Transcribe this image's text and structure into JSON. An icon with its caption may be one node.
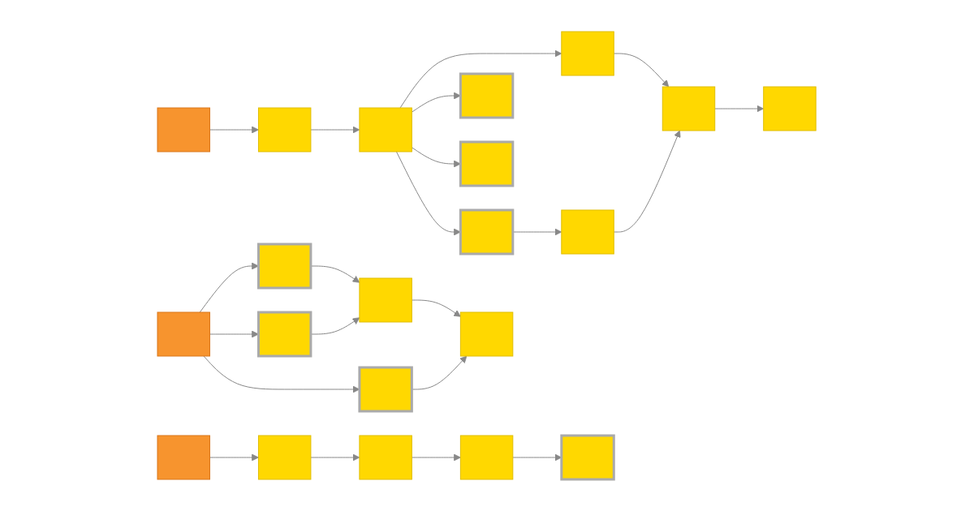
{
  "diagram": {
    "nodes": [
      {
        "text": [],
        "shape": "box"
      },
      {
        "text": [],
        "shape": "box"
      },
      {
        "text": [],
        "shape": "box"
      },
      {
        "text": [],
        "shape": "box"
      },
      {
        "text": [],
        "shape": "box"
      },
      {
        "text": [],
        "shape": "box"
      },
      {
        "text": [],
        "shape": "box"
      },
      {
        "text": [],
        "shape": "box"
      },
      {
        "text": [],
        "shape": "box"
      },
      {
        "text": [],
        "shape": "box"
      },
      {
        "text": [],
        "shape": "box"
      },
      {
        "text": [],
        "shape": "box"
      },
      {
        "text": [],
        "shape": "box"
      },
      {
        "text": [],
        "shape": "box"
      },
      {
        "text": [],
        "shape": "box"
      },
      {
        "text": [],
        "shape": "box"
      },
      {
        "text": [],
        "shape": "box"
      },
      {
        "text": [],
        "shape": "box"
      },
      {
        "text": [],
        "shape": "box"
      },
      {
        "text": [],
        "shape": "box"
      },
      {
        "text": [],
        "shape": "box"
      }
    ],
    "edges": [
      {
        "from": 0,
        "to": 1,
        "arrow": "to"
      },
      {
        "from": 1,
        "to": 2,
        "arrow": "to"
      },
      {
        "from": 2,
        "to": 3,
        "arrow": "to"
      },
      {
        "from": 2,
        "to": 4,
        "arrow": "to"
      },
      {
        "from": 2,
        "to": 8,
        "arrow": "to"
      },
      {
        "from": 2,
        "to": 9,
        "arrow": "to"
      },
      {
        "from": 4,
        "to": 5,
        "arrow": "to"
      },
      {
        "from": 3,
        "to": 6,
        "arrow": "to"
      },
      {
        "from": 5,
        "to": 6,
        "arrow": "to"
      },
      {
        "from": 6,
        "to": 7,
        "arrow": "to"
      },
      {
        "from": 10,
        "to": 11,
        "arrow": "to"
      },
      {
        "from": 11,
        "to": 12,
        "arrow": "to"
      },
      {
        "from": 12,
        "to": 13,
        "arrow": "to"
      },
      {
        "from": 13,
        "to": 14,
        "arrow": "to"
      },
      {
        "from": 15,
        "to": 16,
        "arrow": "to"
      },
      {
        "from": 15,
        "to": 17,
        "arrow": "to"
      },
      {
        "from": 15,
        "to": 18,
        "arrow": "to"
      },
      {
        "from": 16,
        "to": 19,
        "arrow": "to"
      },
      {
        "from": 17,
        "to": 19,
        "arrow": "to"
      },
      {
        "from": 19,
        "to": 20,
        "arrow": "to"
      },
      {
        "from": 18,
        "to": 20,
        "arrow": "to"
      }
    ]
  }
}
